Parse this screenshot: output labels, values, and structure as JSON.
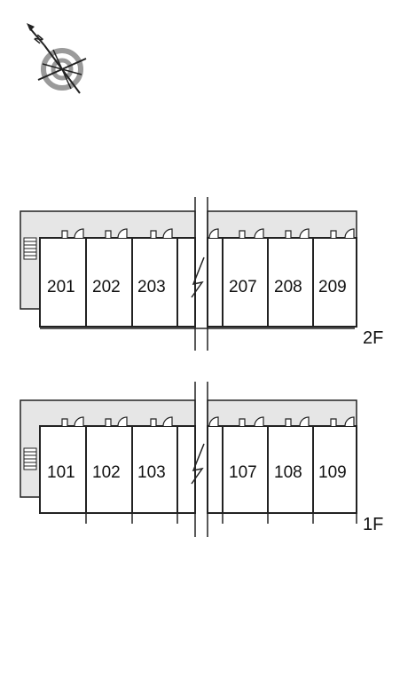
{
  "compass": {
    "north_label": "N",
    "icon": "compass-icon"
  },
  "colors": {
    "corridor": "#e6e6e6",
    "line": "#222222",
    "compass_ring": "#9a9a9a"
  },
  "floors": [
    {
      "label": "2F",
      "units_left": [
        "201",
        "202",
        "203"
      ],
      "units_right": [
        "207",
        "208",
        "209"
      ]
    },
    {
      "label": "1F",
      "units_left": [
        "101",
        "102",
        "103"
      ],
      "units_right": [
        "107",
        "108",
        "109"
      ]
    }
  ]
}
